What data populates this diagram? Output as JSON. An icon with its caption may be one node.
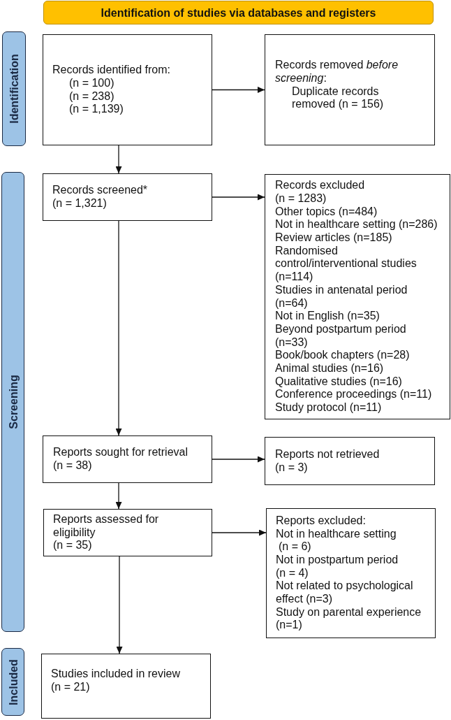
{
  "diagram": {
    "nodes": [
      {
        "text": [
          "Identification of studies via databases and registers"
        ]
      },
      {
        "text": [
          "Identification"
        ]
      },
      {
        "text": [
          "Records identified from:",
          "(n = 100)",
          "(n = 238)",
          "(n = 1,139)"
        ]
      },
      {
        "text": [
          "Records removed *before screening*:",
          "Duplicate records removed (n = 156)"
        ]
      },
      {
        "text": [
          "Screening"
        ]
      },
      {
        "text": [
          "Records screened*",
          "(n = 1,321)"
        ]
      },
      {
        "text": [
          "Records excluded",
          "(n = 1283)",
          "Other topics (n=484)",
          "Not in healthcare setting (n=286)",
          "Review articles (n=185)",
          "Randomised control/interventional studies (n=114)",
          "Studies in antenatal period (n=64)",
          "Not in English (n=35)",
          "Beyond postpartum period (n=33)",
          "Book/book chapters (n=28)",
          "Animal studies (n=16)",
          "Qualitative studies (n=16)",
          "Conference proceedings (n=11)",
          "Study protocol (n=11)"
        ]
      },
      {
        "text": [
          "Reports sought for retrieval",
          "(n = 38)"
        ]
      },
      {
        "text": [
          "Reports not retrieved",
          "(n = 3)"
        ]
      },
      {
        "text": [
          "Reports assessed for eligibility",
          "(n = 35)"
        ]
      },
      {
        "text": [
          "Reports excluded:",
          "Not in healthcare setting",
          "(n = 6)",
          "Not in postpartum period",
          "(n = 4)",
          "Not related to psychological effect (n=3)",
          "Study on parental experience (n=1)"
        ]
      },
      {
        "text": [
          "Included"
        ]
      },
      {
        "text": [
          "Studies included in review",
          "(n = 21)"
        ]
      }
    ],
    "edges": [
      {
        "from": 2,
        "to": 3,
        "arrow": "to"
      },
      {
        "from": 2,
        "to": 5,
        "arrow": "to"
      },
      {
        "from": 5,
        "to": 6,
        "arrow": "to"
      },
      {
        "from": 5,
        "to": 7,
        "arrow": "to"
      },
      {
        "from": 7,
        "to": 8,
        "arrow": "to"
      },
      {
        "from": 7,
        "to": 9,
        "arrow": "to"
      },
      {
        "from": 9,
        "to": 10,
        "arrow": "to"
      },
      {
        "from": 9,
        "to": 12,
        "arrow": "to"
      }
    ]
  }
}
